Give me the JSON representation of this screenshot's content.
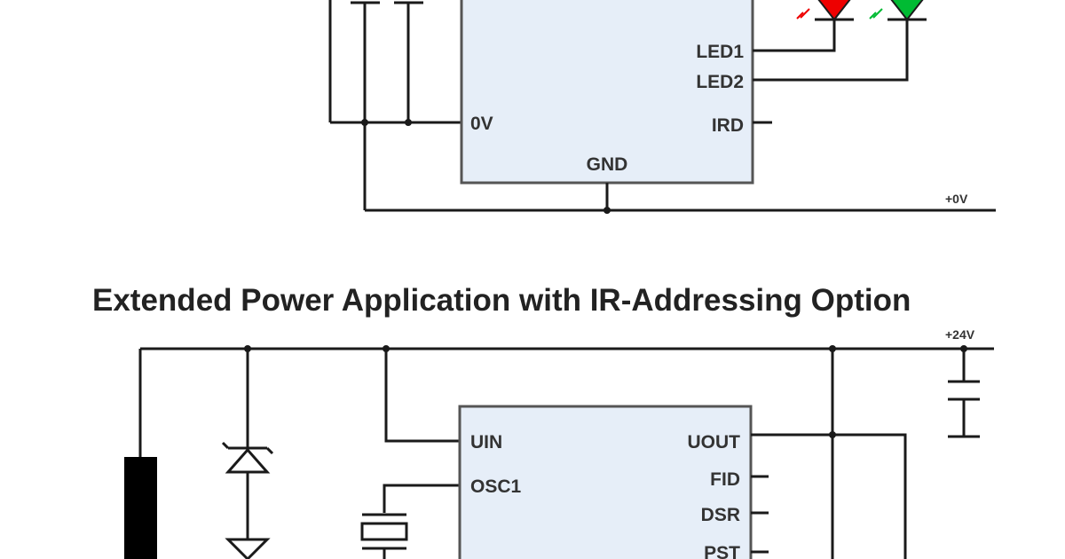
{
  "top_circuit": {
    "pins_right": [
      "LED1",
      "LED2",
      "IRD"
    ],
    "pin_left": "0V",
    "pin_bottom": "GND",
    "rail_label": "+0V",
    "led_colors": {
      "red": "#ee0000",
      "green": "#00bb33",
      "ic_fill": "#e6eef8"
    }
  },
  "bottom_circuit": {
    "title": "Extended Power Application with IR-Addressing Option",
    "rail_label": "+24V",
    "pins_left": [
      "UIN",
      "OSC1"
    ],
    "pins_right": [
      "UOUT",
      "FID",
      "DSR",
      "PST"
    ]
  }
}
